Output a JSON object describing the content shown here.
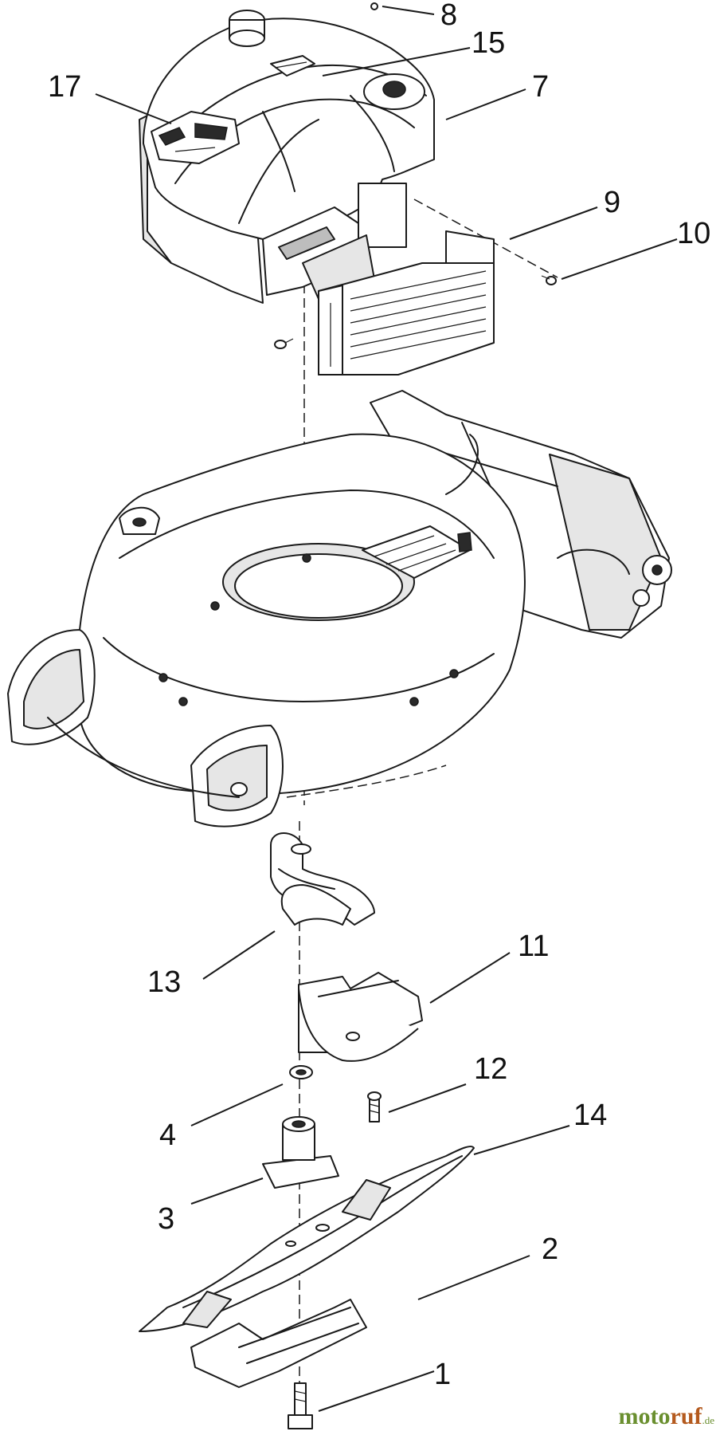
{
  "diagram": {
    "callouts": [
      "1",
      "2",
      "3",
      "4",
      "7",
      "8",
      "9",
      "10",
      "11",
      "12",
      "13",
      "14",
      "15",
      "17"
    ],
    "watermark": {
      "part_a": "moto",
      "part_b": "ruf",
      "part_c": ".de"
    }
  }
}
